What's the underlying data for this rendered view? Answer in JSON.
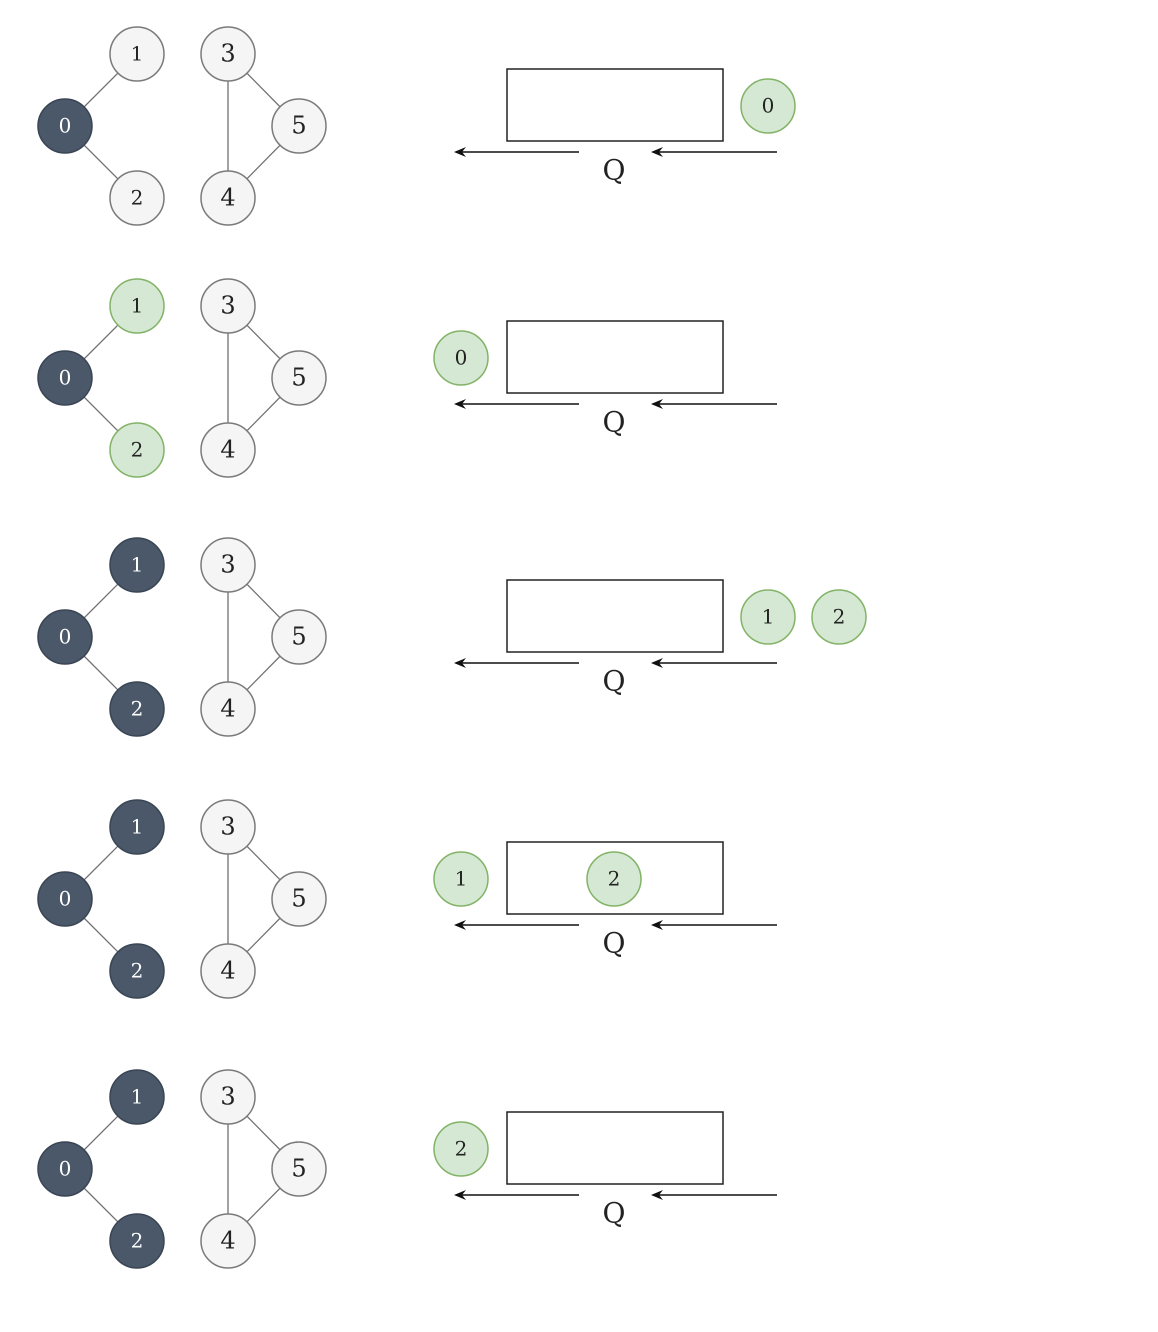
{
  "colors": {
    "visited_fill": "#4a5869",
    "visited_stroke": "#3a4554",
    "unvisited_fill": "#f5f5f5",
    "unvisited_stroke": "#7a7a7a",
    "queued_fill": "#d5e8d4",
    "queued_stroke": "#82b366",
    "edge": "#707070",
    "queue_stroke": "#222222",
    "text_dark": "#222222",
    "text_light": "#ffffff"
  },
  "queue_label": "Q",
  "edges": [
    [
      "0",
      "1"
    ],
    [
      "0",
      "2"
    ],
    [
      "3",
      "4"
    ],
    [
      "3",
      "5"
    ],
    [
      "4",
      "5"
    ]
  ],
  "steps": [
    {
      "nodes": [
        {
          "id": "0",
          "label": "0",
          "state": "visited"
        },
        {
          "id": "1",
          "label": "1",
          "state": "unvisited"
        },
        {
          "id": "2",
          "label": "2",
          "state": "unvisited"
        },
        {
          "id": "3",
          "label": "3",
          "state": "unvisited"
        },
        {
          "id": "4",
          "label": "4",
          "state": "unvisited"
        },
        {
          "id": "5",
          "label": "5",
          "state": "unvisited"
        }
      ],
      "tokens": [
        {
          "label": "0",
          "where": "right"
        }
      ]
    },
    {
      "nodes": [
        {
          "id": "0",
          "label": "0",
          "state": "visited"
        },
        {
          "id": "1",
          "label": "1",
          "state": "queued"
        },
        {
          "id": "2",
          "label": "2",
          "state": "queued"
        },
        {
          "id": "3",
          "label": "3",
          "state": "unvisited"
        },
        {
          "id": "4",
          "label": "4",
          "state": "unvisited"
        },
        {
          "id": "5",
          "label": "5",
          "state": "unvisited"
        }
      ],
      "tokens": [
        {
          "label": "0",
          "where": "left"
        }
      ]
    },
    {
      "nodes": [
        {
          "id": "0",
          "label": "0",
          "state": "visited"
        },
        {
          "id": "1",
          "label": "1",
          "state": "visited"
        },
        {
          "id": "2",
          "label": "2",
          "state": "visited"
        },
        {
          "id": "3",
          "label": "3",
          "state": "unvisited"
        },
        {
          "id": "4",
          "label": "4",
          "state": "unvisited"
        },
        {
          "id": "5",
          "label": "5",
          "state": "unvisited"
        }
      ],
      "tokens": [
        {
          "label": "1",
          "where": "right"
        },
        {
          "label": "2",
          "where": "right2"
        }
      ]
    },
    {
      "nodes": [
        {
          "id": "0",
          "label": "0",
          "state": "visited"
        },
        {
          "id": "1",
          "label": "1",
          "state": "visited"
        },
        {
          "id": "2",
          "label": "2",
          "state": "visited"
        },
        {
          "id": "3",
          "label": "3",
          "state": "unvisited"
        },
        {
          "id": "4",
          "label": "4",
          "state": "unvisited"
        },
        {
          "id": "5",
          "label": "5",
          "state": "unvisited"
        }
      ],
      "tokens": [
        {
          "label": "1",
          "where": "left"
        },
        {
          "label": "2",
          "where": "inside"
        }
      ]
    },
    {
      "nodes": [
        {
          "id": "0",
          "label": "0",
          "state": "visited"
        },
        {
          "id": "1",
          "label": "1",
          "state": "visited"
        },
        {
          "id": "2",
          "label": "2",
          "state": "visited"
        },
        {
          "id": "3",
          "label": "3",
          "state": "unvisited"
        },
        {
          "id": "4",
          "label": "4",
          "state": "unvisited"
        },
        {
          "id": "5",
          "label": "5",
          "state": "unvisited"
        }
      ],
      "tokens": [
        {
          "label": "2",
          "where": "left"
        }
      ]
    }
  ]
}
